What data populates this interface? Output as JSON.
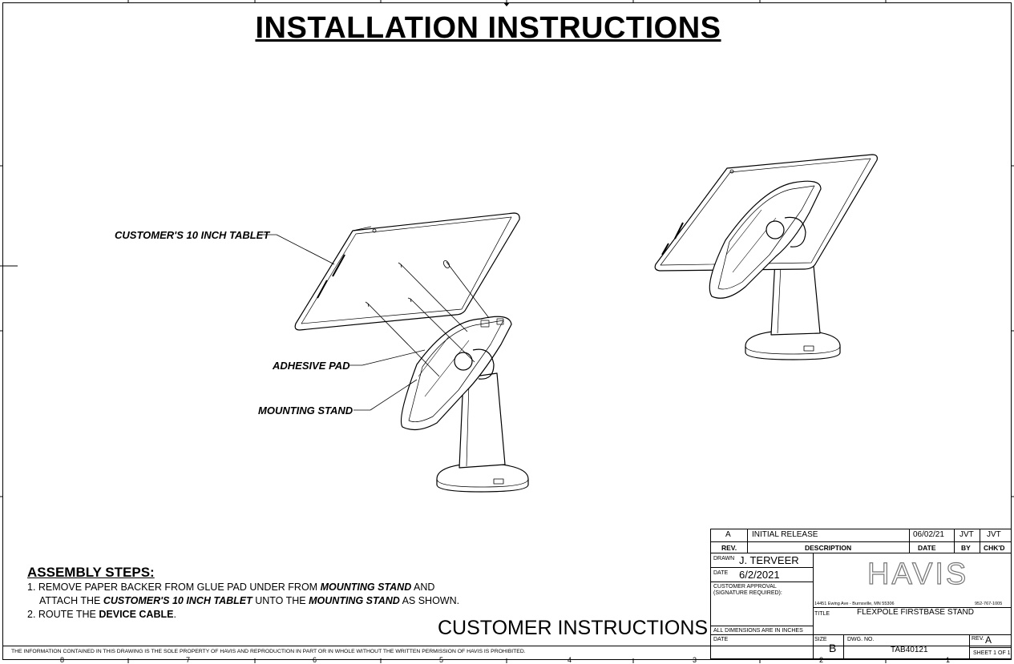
{
  "title": "INSTALLATION INSTRUCTIONS",
  "callouts": {
    "tablet": "CUSTOMER'S 10 INCH TABLET",
    "adhesive": "ADHESIVE PAD",
    "stand": "MOUNTING STAND"
  },
  "assembly": {
    "heading": "ASSEMBLY STEPS:",
    "step1_a": "1. REMOVE PAPER BACKER FROM GLUE PAD UNDER FROM ",
    "step1_b": "MOUNTING STAND",
    "step1_c": " AND",
    "step1_d": "ATTACH THE ",
    "step1_e": "CUSTOMER'S 10 INCH TABLET",
    "step1_f": " UNTO THE ",
    "step1_g": "MOUNTING STAND",
    "step1_h": " AS SHOWN.",
    "step2_a": "2. ROUTE THE ",
    "step2_b": "DEVICE CABLE",
    "step2_c": "."
  },
  "customer_instructions": "CUSTOMER INSTRUCTIONS",
  "footer_note": "THE INFORMATION CONTAINED IN THIS DRAWING IS THE SOLE PROPERTY OF HAVIS AND REPRODUCTION IN PART OR IN WHOLE WITHOUT THE WRITTEN PERMISSION OF HAVIS IS PROHIBITED.",
  "revision_block": {
    "rev": "A",
    "description": "INITIAL RELEASE",
    "date": "06/02/21",
    "by": "JVT",
    "chkd": "JVT",
    "h_rev": "REV.",
    "h_description": "DESCRIPTION",
    "h_date": "DATE",
    "h_by": "BY",
    "h_chkd": "CHK'D"
  },
  "title_block": {
    "drawn_label": "DRAWN",
    "drawn_by": "J. TERVEER",
    "date_label": "DATE",
    "drawn_date": "6/2/2021",
    "approval_line1": "CUSTOMER APPROVAL",
    "approval_line2": "(SIGNATURE REQUIRED):",
    "logo": "HAVIS",
    "address": "14451 Ewing Ave - Burnsville, MN 55306",
    "phone": "952-767-1005",
    "title_label": "TITLE",
    "title_value": "FLEXPOLE FIRSTBASE STAND",
    "dims_note": "ALL DIMENSIONS ARE IN INCHES",
    "date2_label": "DATE",
    "size_label": "SIZE",
    "size_value": "B",
    "dwg_label": "DWG. NO.",
    "dwg_value": "TAB40121",
    "rev_label": "REV.",
    "rev_value": "A",
    "sheet": "SHEET 1 OF 1"
  },
  "zone_numbers": [
    "8",
    "7",
    "6",
    "5",
    "4",
    "3",
    "2",
    "1"
  ]
}
